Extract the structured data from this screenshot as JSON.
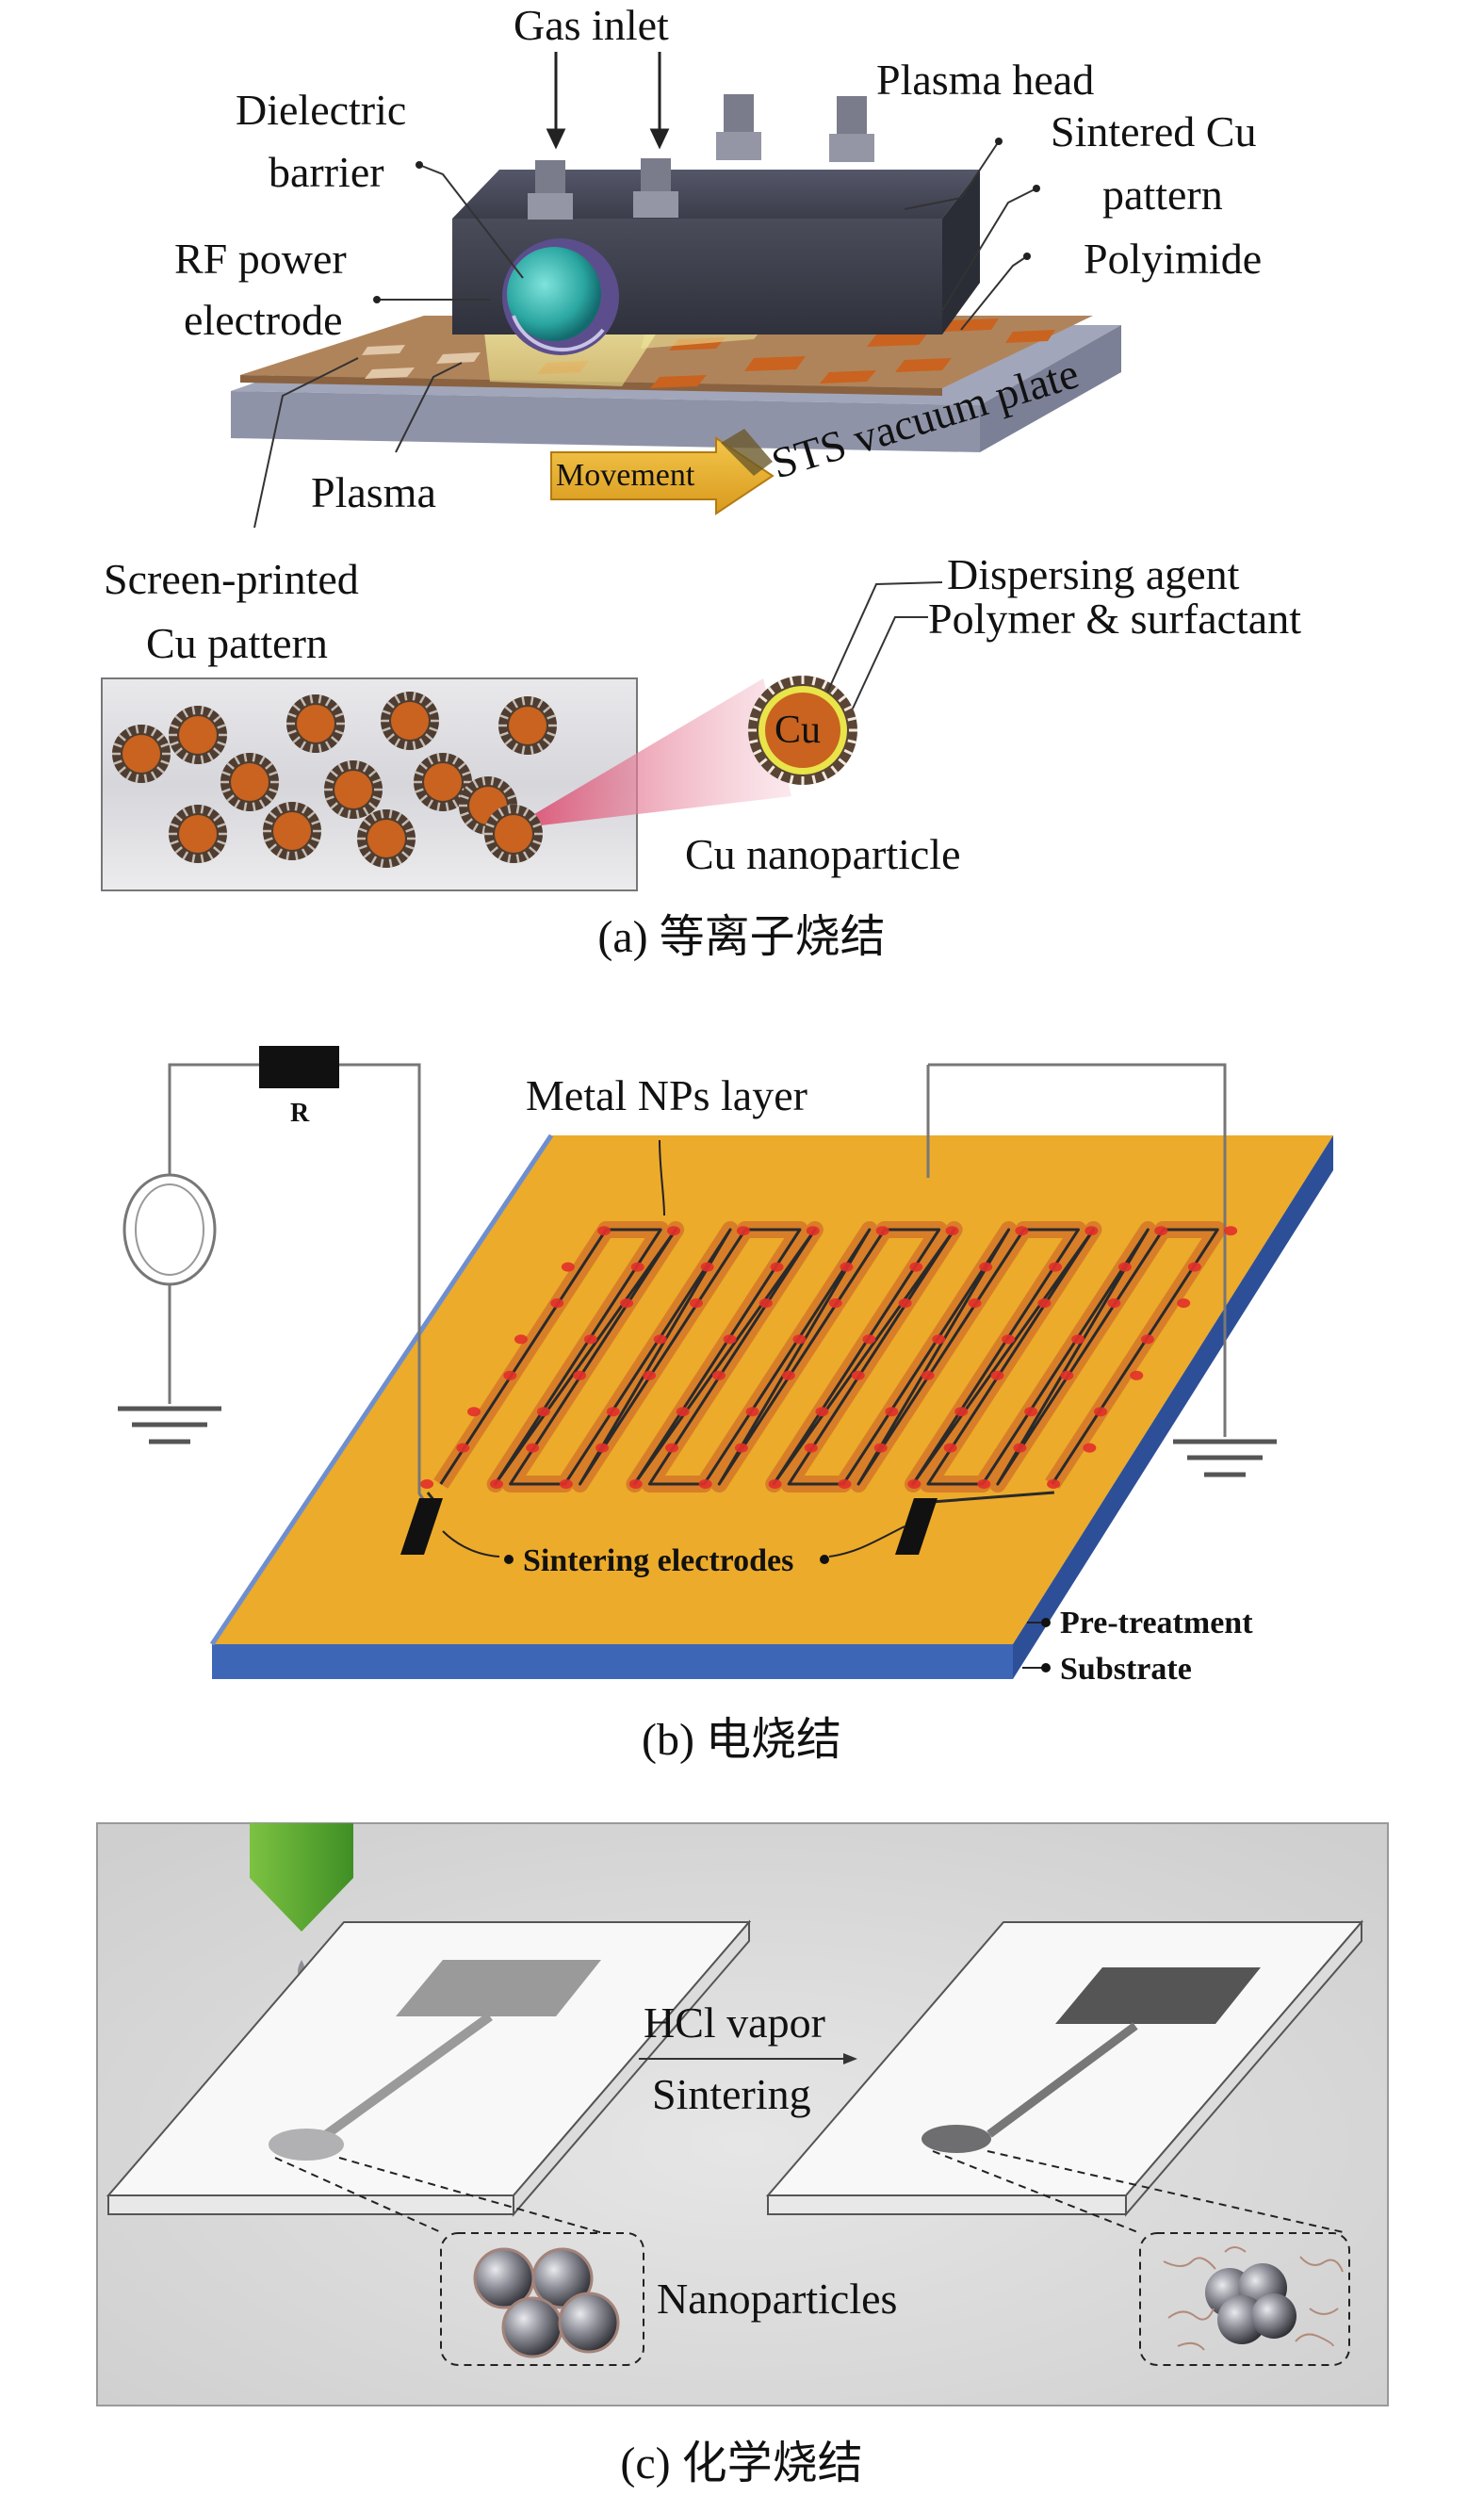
{
  "panel_a": {
    "caption": "(a) 等离子烧结",
    "labels": {
      "gas_inlet": "Gas inlet",
      "plasma_head": "Plasma head",
      "dielectric": "Dielectric",
      "barrier": "barrier",
      "sintered_cu": "Sintered Cu",
      "pattern": "pattern",
      "rf_power": "RF power",
      "electrode": "electrode",
      "polyimide": "Polyimide",
      "sts_plate": "STS vacuum plate",
      "movement": "Movement",
      "plasma": "Plasma",
      "screen_printed": "Screen-printed",
      "cu_pattern": "Cu pattern",
      "dispersing_agent": "Dispersing agent",
      "polymer_surfactant": "Polymer & surfactant",
      "cu": "Cu",
      "cu_nanoparticle": "Cu nanoparticle"
    }
  },
  "panel_b": {
    "caption": "(b) 电烧结",
    "labels": {
      "metal_nps": "Metal NPs layer",
      "resistor": "R",
      "sintering_electrodes": "Sintering electrodes",
      "pre_treatment": "Pre-treatment",
      "substrate": "Substrate"
    }
  },
  "panel_c": {
    "caption": "(c) 化学烧结",
    "labels": {
      "hcl_vapor": "HCl vapor",
      "sintering": "Sintering",
      "nanoparticles": "Nanoparticles"
    }
  },
  "colors": {
    "copper": "#c9631f",
    "polyimide": "#b0845a",
    "plate": "#8f93a8",
    "head": "#4a4c59",
    "yellow": "#ecab2a",
    "blue": "#3e66b6",
    "green": "#5aa12e"
  }
}
